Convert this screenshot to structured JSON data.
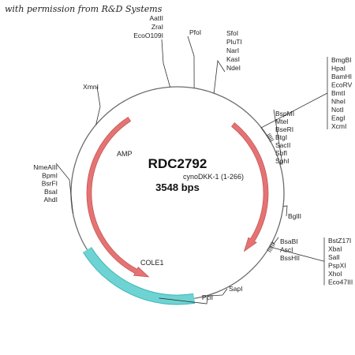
{
  "credit": "with permission from R&D Systems",
  "plasmid": {
    "name": "RDC2792",
    "size_label": "3548 bps",
    "insert_label": "cynoDKK-1 (1-266)",
    "colors": {
      "backbone": "#6b6b6b",
      "arrow": "#e57373",
      "arrow_edge": "#c0504d",
      "cole1": "#6fd3d3",
      "cole1_edge": "#3cb7b7"
    }
  },
  "features": [
    {
      "label": "AMP"
    },
    {
      "label": "COLE1"
    }
  ],
  "site_groups": [
    {
      "sites": [
        "EcoO109I",
        "ZraI",
        "AatII"
      ]
    },
    {
      "sites": [
        "PfoI"
      ]
    },
    {
      "sites": [
        "NdeI",
        "KasI",
        "NarI",
        "PluTI",
        "SfoI"
      ]
    },
    {
      "sites": [
        "BmgBI",
        "HpaI",
        "BamHI",
        "EcoRV",
        "BmtI",
        "NheI",
        "NotI",
        "EagI",
        "XcmI"
      ]
    },
    {
      "sites": [
        "BspMI",
        "MteI",
        "BseRI",
        "BtgI",
        "SacII",
        "SbfI",
        "SphI"
      ]
    },
    {
      "sites": [
        "BglII"
      ]
    },
    {
      "sites": [
        "BsaBI",
        "AscI",
        "BssHII"
      ]
    },
    {
      "sites": [
        "BstZ17I",
        "XbaI",
        "SalI",
        "PspXI",
        "XhoI",
        "Eco47III"
      ]
    },
    {
      "sites": [
        "SapI"
      ]
    },
    {
      "sites": [
        "PciI"
      ]
    },
    {
      "sites": [
        "NmeAIII",
        "BpmI",
        "BsrFI",
        "BsaI",
        "AhdI"
      ]
    },
    {
      "sites": [
        "XmnI"
      ]
    }
  ]
}
